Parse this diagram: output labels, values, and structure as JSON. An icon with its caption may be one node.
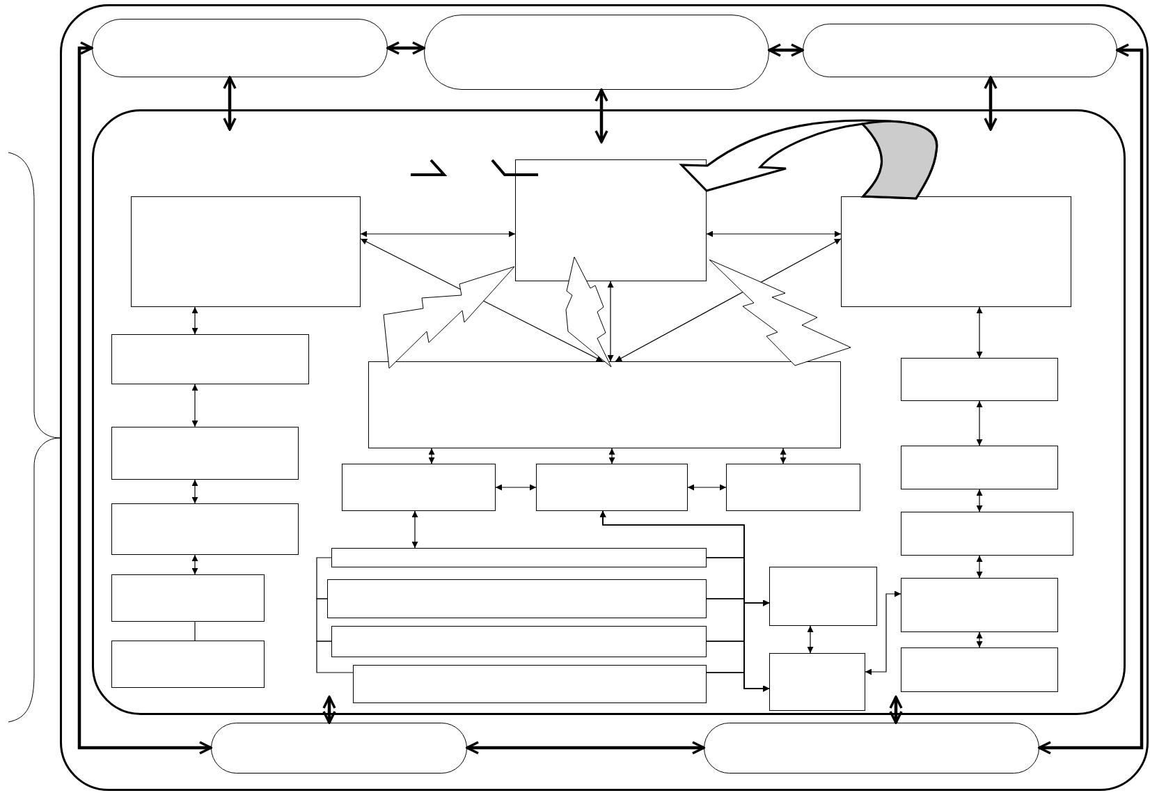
{
  "diagram": {
    "nodes": [
      {
        "text": [],
        "shape": "panel"
      },
      {
        "text": [],
        "shape": "pill",
        "in": 0
      },
      {
        "text": [],
        "shape": "pill",
        "in": 0
      },
      {
        "text": [],
        "shape": "pill",
        "in": 0
      },
      {
        "text": [],
        "shape": "panel",
        "in": 0
      },
      {
        "text": [],
        "shape": "box",
        "in": 4
      },
      {
        "text": [],
        "shape": "box",
        "in": 4
      },
      {
        "text": [],
        "shape": "box",
        "in": 4
      },
      {
        "text": [],
        "shape": "box",
        "in": 4
      },
      {
        "text": [],
        "shape": "box",
        "in": 4
      },
      {
        "text": [],
        "shape": "box",
        "in": 4
      },
      {
        "text": [],
        "shape": "box",
        "in": 4
      },
      {
        "text": [],
        "shape": "box",
        "in": 4
      },
      {
        "text": [],
        "shape": "box",
        "in": 4
      },
      {
        "text": [],
        "shape": "box",
        "in": 4
      },
      {
        "text": [],
        "shape": "box",
        "in": 4
      },
      {
        "text": [],
        "shape": "box",
        "in": 4
      },
      {
        "text": [],
        "shape": "box",
        "in": 4
      },
      {
        "text": [],
        "shape": "bar",
        "in": 4
      },
      {
        "text": [],
        "shape": "box",
        "in": 4
      },
      {
        "text": [],
        "shape": "box",
        "in": 4
      },
      {
        "text": [],
        "shape": "box",
        "in": 4
      },
      {
        "text": [],
        "shape": "bar",
        "in": 4
      },
      {
        "text": [],
        "shape": "bar",
        "in": 4
      },
      {
        "text": [],
        "shape": "box",
        "in": 4
      },
      {
        "text": [],
        "shape": "box",
        "in": 4
      },
      {
        "text": [],
        "shape": "box",
        "in": 4
      },
      {
        "text": [],
        "shape": "bar",
        "in": 4
      },
      {
        "text": [],
        "shape": "pill",
        "in": 0
      },
      {
        "text": [],
        "shape": "pill",
        "in": 0
      }
    ],
    "edges": [
      {
        "from": 1,
        "to": 2,
        "arrow": "both",
        "style": "thick"
      },
      {
        "from": 2,
        "to": 3,
        "arrow": "both",
        "style": "thick"
      },
      {
        "from": 1,
        "to": 4,
        "arrow": "both",
        "style": "thick"
      },
      {
        "from": 2,
        "to": 4,
        "arrow": "both",
        "style": "thick"
      },
      {
        "from": 3,
        "to": 4,
        "arrow": "both",
        "style": "thick"
      },
      {
        "from": 1,
        "to": 28,
        "arrow": "both",
        "style": "thick"
      },
      {
        "from": 3,
        "to": 29,
        "arrow": "both",
        "style": "thick"
      },
      {
        "from": 28,
        "to": 29,
        "arrow": "both",
        "style": "thick"
      },
      {
        "from": 4,
        "to": 28,
        "arrow": "both",
        "style": "thick"
      },
      {
        "from": 4,
        "to": 29,
        "arrow": "both",
        "style": "thick"
      },
      {
        "from": 5,
        "to": 6,
        "arrow": "both"
      },
      {
        "from": 6,
        "to": 7,
        "arrow": "both"
      },
      {
        "from": 5,
        "to": 9,
        "arrow": "both"
      },
      {
        "from": 7,
        "to": 9,
        "arrow": "both"
      },
      {
        "from": 6,
        "to": 9,
        "arrow": "both"
      },
      {
        "from": 5,
        "to": 8,
        "arrow": "both"
      },
      {
        "from": 8,
        "to": 11,
        "arrow": "both"
      },
      {
        "from": 11,
        "to": 16,
        "arrow": "both"
      },
      {
        "from": 16,
        "to": 19,
        "arrow": "both"
      },
      {
        "from": 19,
        "to": 24,
        "arrow": "none"
      },
      {
        "from": 9,
        "to": 12,
        "arrow": "both"
      },
      {
        "from": 9,
        "to": 13,
        "arrow": "both"
      },
      {
        "from": 9,
        "to": 14,
        "arrow": "both"
      },
      {
        "from": 12,
        "to": 13,
        "arrow": "both"
      },
      {
        "from": 13,
        "to": 14,
        "arrow": "both"
      },
      {
        "from": 12,
        "to": 18,
        "arrow": "both"
      },
      {
        "from": 18,
        "to": 22,
        "arrow": "none"
      },
      {
        "from": 22,
        "to": 23,
        "arrow": "none"
      },
      {
        "from": 23,
        "to": 27,
        "arrow": "none"
      },
      {
        "from": 18,
        "to": 13,
        "arrow": "to"
      },
      {
        "from": 22,
        "to": 13,
        "arrow": "to"
      },
      {
        "from": 23,
        "to": 13,
        "arrow": "to"
      },
      {
        "from": 27,
        "to": 13,
        "arrow": "to"
      },
      {
        "from": 18,
        "to": 20,
        "arrow": "to"
      },
      {
        "from": 22,
        "to": 20,
        "arrow": "to"
      },
      {
        "from": 23,
        "to": 20,
        "arrow": "to"
      },
      {
        "from": 27,
        "to": 20,
        "arrow": "to"
      },
      {
        "from": 18,
        "to": 26,
        "arrow": "to"
      },
      {
        "from": 22,
        "to": 26,
        "arrow": "to"
      },
      {
        "from": 23,
        "to": 26,
        "arrow": "to"
      },
      {
        "from": 27,
        "to": 26,
        "arrow": "to"
      },
      {
        "from": 20,
        "to": 26,
        "arrow": "both"
      },
      {
        "from": 26,
        "to": 21,
        "arrow": "both"
      },
      {
        "from": 7,
        "to": 10,
        "arrow": "both"
      },
      {
        "from": 10,
        "to": 15,
        "arrow": "both"
      },
      {
        "from": 15,
        "to": 17,
        "arrow": "both"
      },
      {
        "from": 17,
        "to": 21,
        "arrow": "both"
      },
      {
        "from": 21,
        "to": 25,
        "arrow": "both"
      },
      {
        "from": 7,
        "to": 6,
        "arrow": "to",
        "style": "thick"
      }
    ]
  }
}
